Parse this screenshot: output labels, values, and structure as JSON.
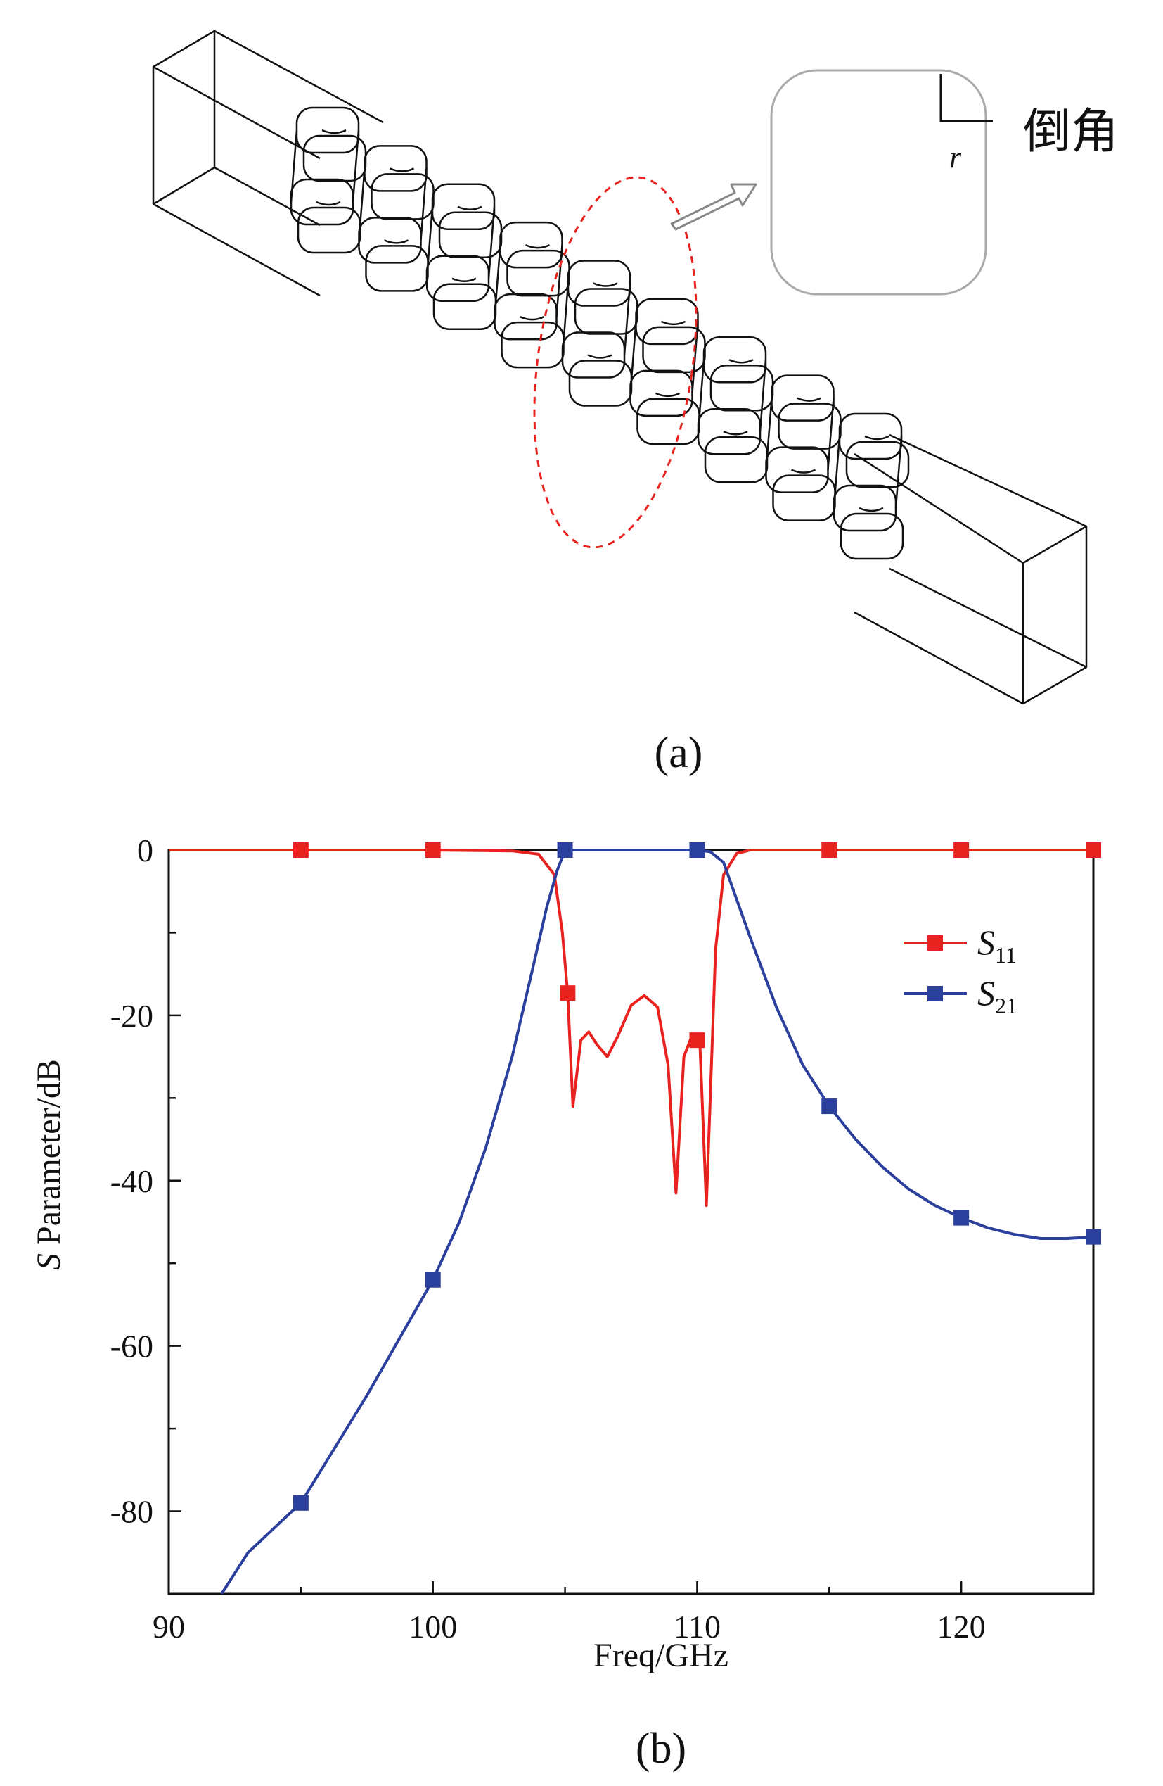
{
  "figure": {
    "panel_a": {
      "caption": "(a)",
      "inset_label": "倒角",
      "radius_label": "r"
    },
    "panel_b": {
      "caption": "(b)"
    }
  },
  "colors": {
    "s11": "#e8231f",
    "s21": "#2b3f9c",
    "annotation": "#e8231f",
    "inset_box": "#aaaaaa",
    "arrow": "#888888"
  },
  "chart_data": {
    "type": "line",
    "xlabel": "Freq/GHz",
    "ylabel_italic": "S",
    "ylabel_rest": " Parameter/dB",
    "xlim": [
      90,
      125
    ],
    "ylim": [
      -90,
      0
    ],
    "xticks": [
      90,
      100,
      110,
      120
    ],
    "yticks": [
      0,
      -20,
      -40,
      -60,
      -80
    ],
    "legend_position": "top-right",
    "series": [
      {
        "name": "S11",
        "label_main": "S",
        "label_sub": "11",
        "color_key": "s11",
        "points": [
          [
            90,
            0
          ],
          [
            100,
            0
          ],
          [
            103,
            -0.1
          ],
          [
            104,
            -0.5
          ],
          [
            104.6,
            -3
          ],
          [
            104.9,
            -10
          ],
          [
            105.1,
            -17.3
          ],
          [
            105.3,
            -31
          ],
          [
            105.6,
            -23
          ],
          [
            105.9,
            -22
          ],
          [
            106.2,
            -23.5
          ],
          [
            106.6,
            -25
          ],
          [
            107,
            -22.5
          ],
          [
            107.5,
            -18.8
          ],
          [
            108,
            -17.6
          ],
          [
            108.5,
            -19
          ],
          [
            108.9,
            -26
          ],
          [
            109.2,
            -41.5
          ],
          [
            109.5,
            -25
          ],
          [
            109.8,
            -22.5
          ],
          [
            110.1,
            -23
          ],
          [
            110.35,
            -43
          ],
          [
            110.7,
            -12
          ],
          [
            111,
            -3
          ],
          [
            111.5,
            -0.4
          ],
          [
            112,
            0
          ],
          [
            115,
            0
          ],
          [
            120,
            0
          ],
          [
            125,
            0
          ]
        ],
        "markers": [
          [
            95,
            0
          ],
          [
            100,
            0
          ],
          [
            105.1,
            -17.3
          ],
          [
            110,
            -23
          ],
          [
            115,
            0
          ],
          [
            120,
            0
          ],
          [
            125,
            0
          ]
        ]
      },
      {
        "name": "S21",
        "label_main": "S",
        "label_sub": "21",
        "color_key": "s21",
        "points": [
          [
            92,
            -90
          ],
          [
            93,
            -85
          ],
          [
            95,
            -79
          ],
          [
            97.5,
            -66
          ],
          [
            100,
            -52
          ],
          [
            101,
            -45
          ],
          [
            102,
            -36
          ],
          [
            103,
            -25
          ],
          [
            103.8,
            -14
          ],
          [
            104.3,
            -7
          ],
          [
            104.7,
            -2.5
          ],
          [
            105,
            0
          ],
          [
            107,
            0
          ],
          [
            109,
            0
          ],
          [
            110,
            0
          ],
          [
            110.5,
            -0.2
          ],
          [
            111,
            -1.5
          ],
          [
            111.5,
            -6
          ],
          [
            112,
            -10.5
          ],
          [
            113,
            -19
          ],
          [
            114,
            -26
          ],
          [
            115,
            -31
          ],
          [
            116,
            -35
          ],
          [
            117,
            -38.3
          ],
          [
            118,
            -41
          ],
          [
            119,
            -43
          ],
          [
            120,
            -44.5
          ],
          [
            121,
            -45.7
          ],
          [
            122,
            -46.5
          ],
          [
            123,
            -47
          ],
          [
            124,
            -47
          ],
          [
            125,
            -46.8
          ]
        ],
        "markers": [
          [
            95,
            -79
          ],
          [
            100,
            -52
          ],
          [
            105,
            0
          ],
          [
            110,
            0
          ],
          [
            115,
            -31
          ],
          [
            120,
            -44.5
          ],
          [
            125,
            -46.8
          ]
        ]
      }
    ]
  }
}
